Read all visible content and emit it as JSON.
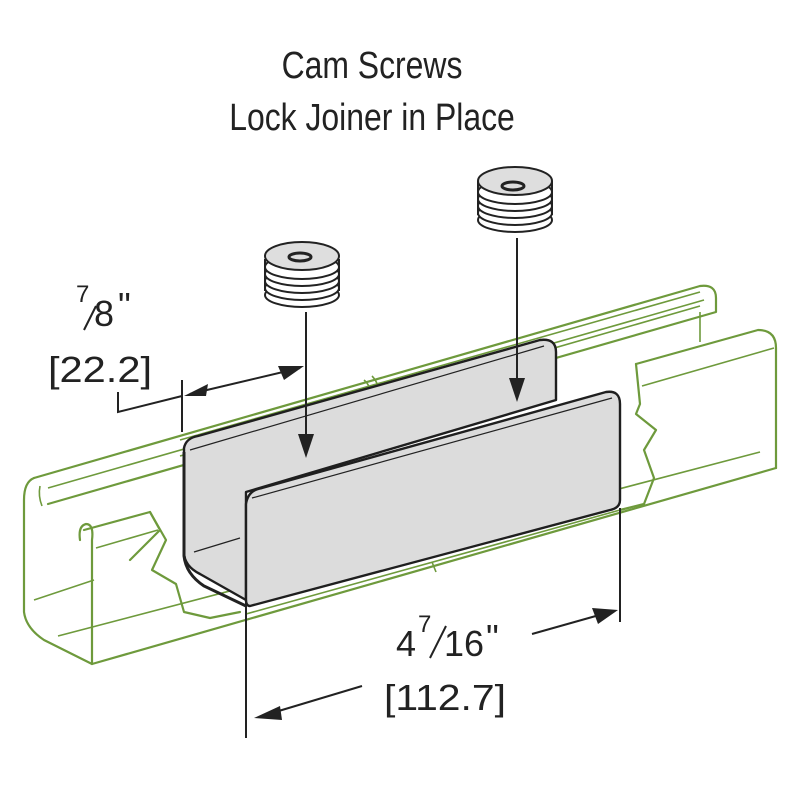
{
  "title": {
    "line1": "Cam Screws",
    "line2": "Lock Joiner in Place"
  },
  "dimensions": {
    "width_small": {
      "imperial_numerator": "7",
      "imperial_denominator": "8",
      "imperial_unit": "\"",
      "metric": "[22.2]"
    },
    "length": {
      "imperial_whole": "4",
      "imperial_numerator": "7",
      "imperial_denominator": "16",
      "imperial_unit": "\"",
      "metric": "[112.7]"
    }
  },
  "colors": {
    "channel_outline": "#6e9a3c",
    "joiner_fill": "#dcdcdc",
    "line": "#222222"
  },
  "icons": {
    "screw_left": "cam-screw-icon",
    "screw_right": "cam-screw-icon"
  }
}
